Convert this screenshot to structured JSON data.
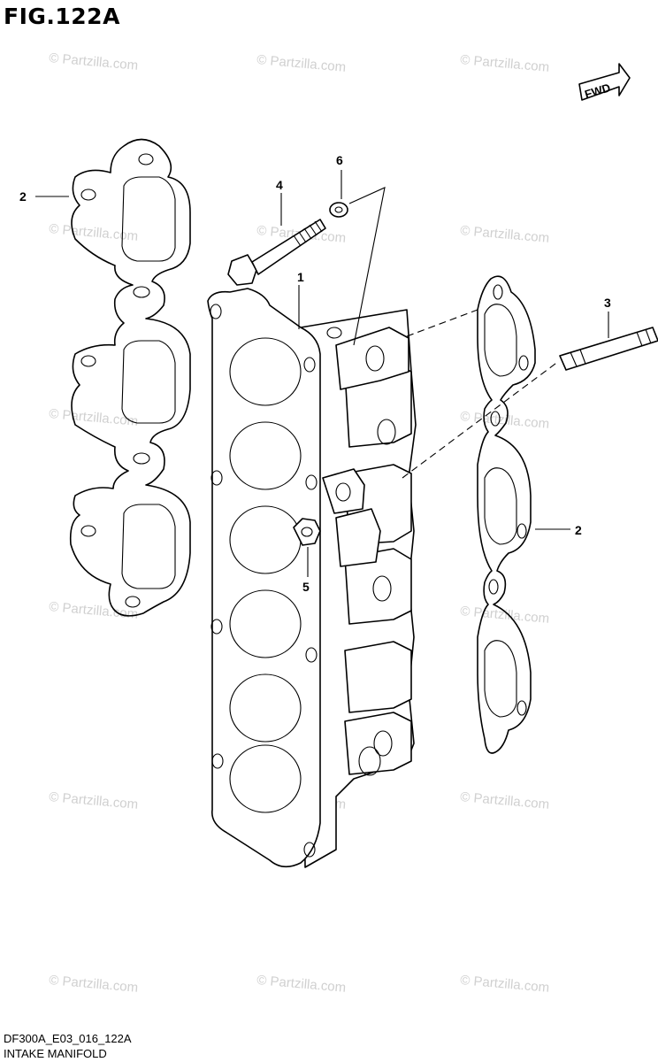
{
  "figure": {
    "title": "FIG.122A",
    "code": "DF300A_E03_016_122A",
    "caption": "INTAKE MANIFOLD"
  },
  "direction_badge": "FWD",
  "watermark": "© Partzilla.com",
  "callouts": [
    {
      "id": "callout-1",
      "label": "1"
    },
    {
      "id": "callout-2-left",
      "label": "2"
    },
    {
      "id": "callout-2-right",
      "label": "2"
    },
    {
      "id": "callout-3",
      "label": "3"
    },
    {
      "id": "callout-4",
      "label": "4"
    },
    {
      "id": "callout-5",
      "label": "5"
    },
    {
      "id": "callout-6",
      "label": "6"
    }
  ]
}
